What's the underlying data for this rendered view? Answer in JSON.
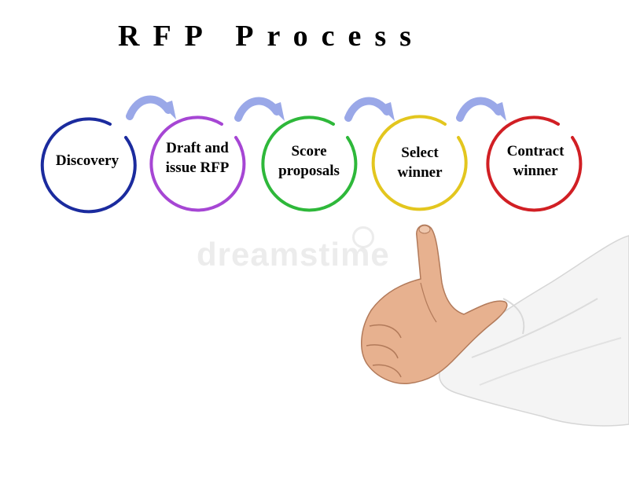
{
  "title": "RFP Process",
  "watermark": "dreamstime",
  "steps": [
    {
      "line1": "Discovery",
      "line2": "",
      "color": "#1b2b9e"
    },
    {
      "line1": "Draft and",
      "line2": "issue RFP",
      "color": "#a646d4"
    },
    {
      "line1": "Score",
      "line2": "proposals",
      "color": "#2eb83a"
    },
    {
      "line1": "Select",
      "line2": "winner",
      "color": "#e3c61e"
    },
    {
      "line1": "Contract",
      "line2": "winner",
      "color": "#d11f24"
    }
  ],
  "arrow_color": "#9aa8e8"
}
